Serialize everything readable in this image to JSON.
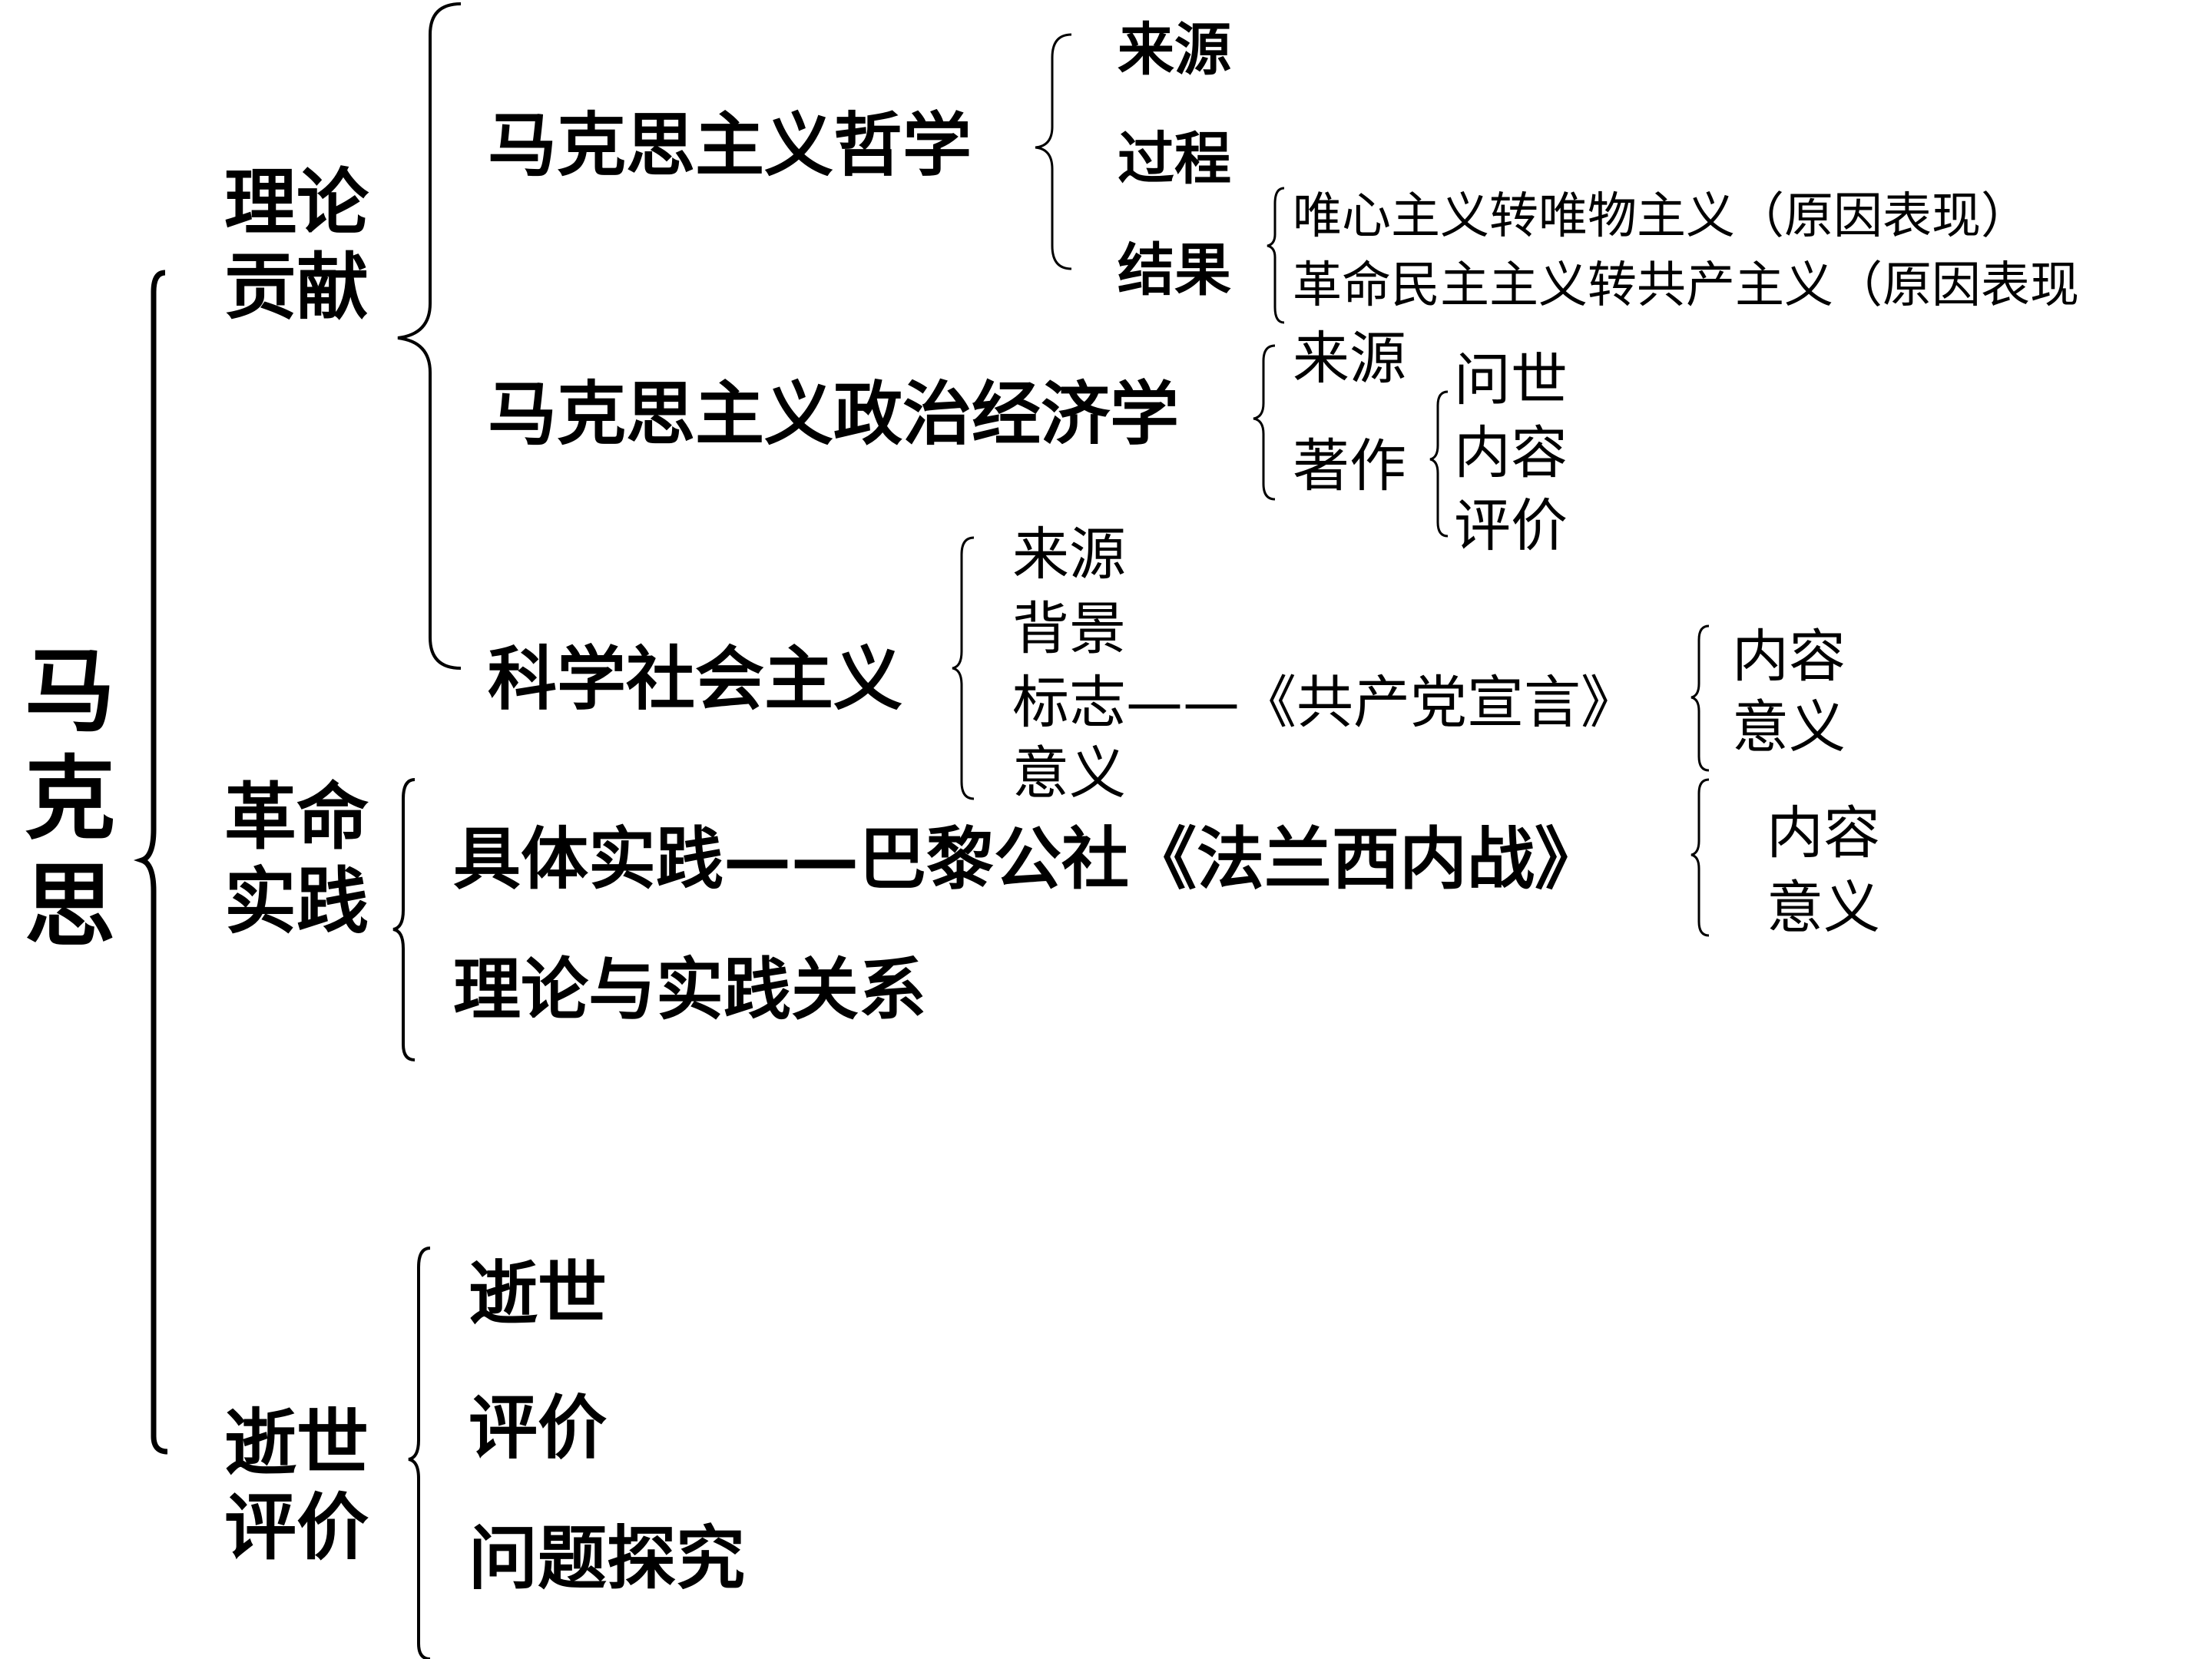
{
  "root": "马克思",
  "level1": {
    "theory": "理论贡献",
    "revolution": "革命实践",
    "death": "逝世评价"
  },
  "philosophy": {
    "title": "马克思主义哲学",
    "items": [
      "来源",
      "过程",
      "结果"
    ],
    "result_items": [
      "唯心主义转唯物主义（原因表现）",
      "革命民主主义转共产主义（原因表现"
    ]
  },
  "economics": {
    "title": "马克思主义政治经济学",
    "items": [
      "来源",
      "著作"
    ],
    "works_items": [
      "问世",
      "内容",
      "评价"
    ]
  },
  "socialism": {
    "title": "科学社会主义",
    "items": [
      "来源",
      "背景",
      "标志——《共产党宣言》",
      "意义"
    ],
    "manifesto_items": [
      "内容",
      "意义"
    ]
  },
  "practice": {
    "commune": "具体实践——巴黎公社《法兰西内战》",
    "commune_items": [
      "内容",
      "意义"
    ],
    "relation": "理论与实践关系"
  },
  "evaluation": {
    "items": [
      "逝世",
      "评价",
      "问题探究"
    ]
  }
}
